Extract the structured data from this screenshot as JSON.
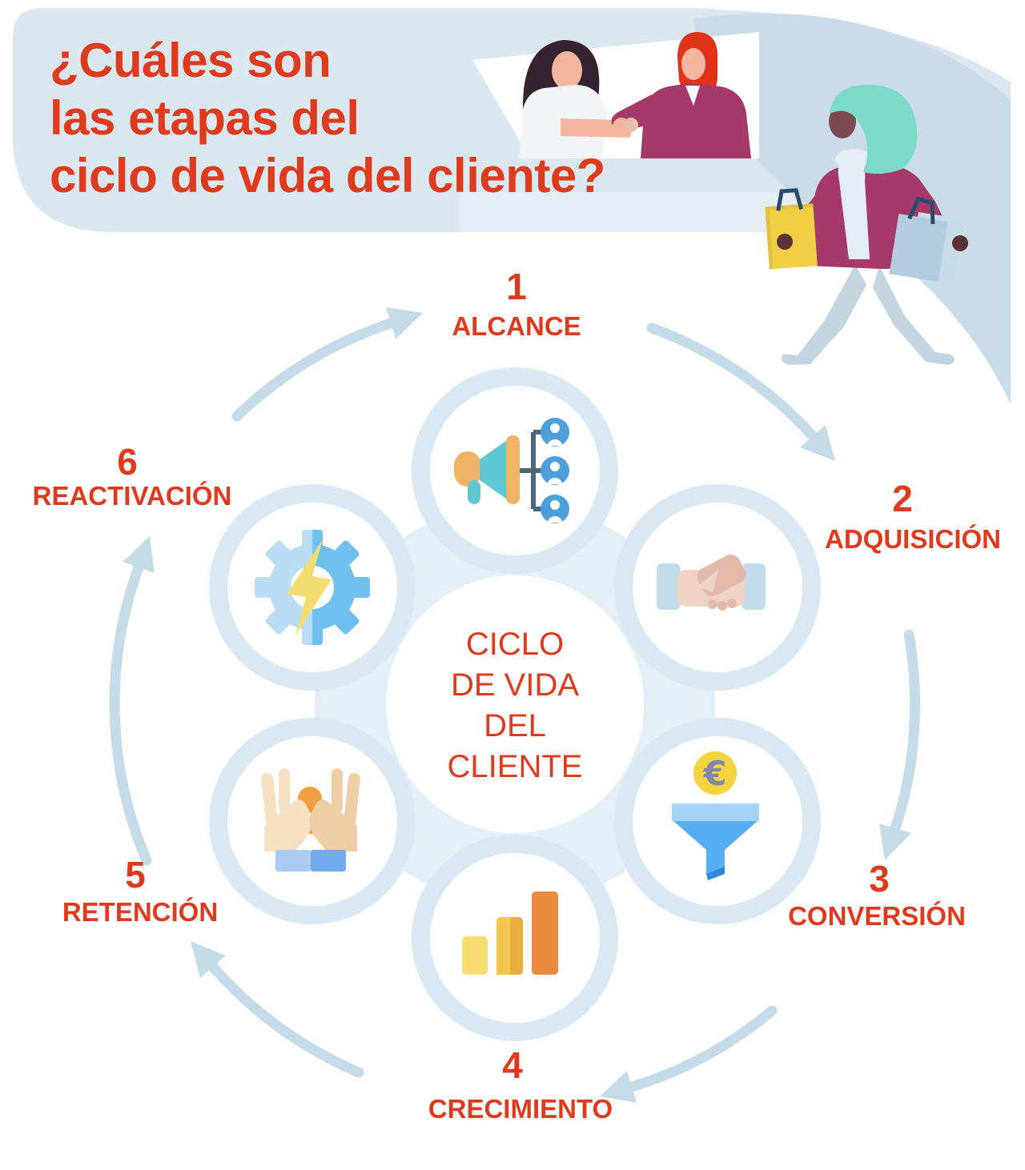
{
  "title": {
    "line1": "¿Cuáles son",
    "line2": "las etapas del",
    "line3": "ciclo de vida del cliente?"
  },
  "center_label": {
    "line1": "CICLO",
    "line2": "DE VIDA",
    "line3": "DEL",
    "line4": "CLIENTE"
  },
  "stages": [
    {
      "number": "1",
      "label": "ALCANCE",
      "icon": "megaphone-audience-icon"
    },
    {
      "number": "2",
      "label": "ADQUISICIÓN",
      "icon": "handshake-icon"
    },
    {
      "number": "3",
      "label": "CONVERSIÓN",
      "icon": "euro-funnel-icon"
    },
    {
      "number": "4",
      "label": "CRECIMIENTO",
      "icon": "growth-bar-chart-icon"
    },
    {
      "number": "5",
      "label": "RETENCIÓN",
      "icon": "caring-hands-icon"
    },
    {
      "number": "6",
      "label": "REACTIVACIÓN",
      "icon": "gear-lightning-icon"
    }
  ],
  "currency_symbol": "€",
  "colors": {
    "accent_red": "#DE3A1E",
    "band_blue": "#DBE7EF",
    "band_light_blue": "#E4EDF3",
    "swoosh_blue": "#C9DCE8",
    "arrow_blue": "#C6DBE8",
    "ring_blue": "#D9E8F2",
    "blob_blue": "#E4EEF5",
    "magenta": "#A53A68",
    "skin": "#F4B79E",
    "teal_hair": "#7BDBC8"
  }
}
